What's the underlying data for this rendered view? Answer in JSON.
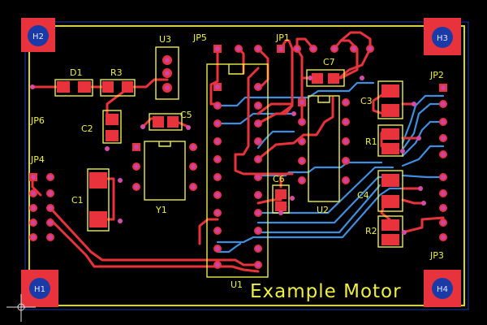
{
  "board": {
    "title": "Example Motor",
    "colors": {
      "background": "#000000",
      "outline": "#e8e800",
      "top_copper": "#e8323c",
      "bottom_copper": "#3f8fe0",
      "silkscreen": "#eeee44",
      "pad_hole": "#cc44aa",
      "mount_hole_fill": "#1a3aa8"
    }
  },
  "mount_holes": {
    "h1": "H1",
    "h2": "H2",
    "h3": "H3",
    "h4": "H4"
  },
  "components": {
    "d1": "D1",
    "r3": "R3",
    "u3": "U3",
    "jp5": "JP5",
    "jp1": "JP1",
    "c7": "C7",
    "jp2": "JP2",
    "jp6": "JP6",
    "c2": "C2",
    "c5": "C5",
    "c3": "C3",
    "r1": "R1",
    "jp4": "JP4",
    "c6": "C6",
    "c4": "C4",
    "c1": "C1",
    "y1": "Y1",
    "u2": "U2",
    "r2": "R2",
    "jp3": "JP3",
    "u1": "U1"
  }
}
